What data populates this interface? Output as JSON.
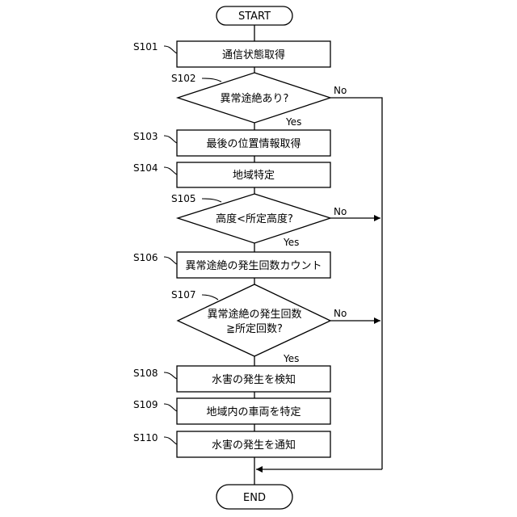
{
  "terminals": {
    "start": "START",
    "end": "END"
  },
  "steps": [
    {
      "id": "S101",
      "text": "通信状態取得"
    },
    {
      "id": "S102",
      "text": "異常途絶あり?"
    },
    {
      "id": "S103",
      "text": "最後の位置情報取得"
    },
    {
      "id": "S104",
      "text": "地域特定"
    },
    {
      "id": "S105",
      "text": "高度<所定高度?"
    },
    {
      "id": "S106",
      "text": "異常途絶の発生回数カウント"
    },
    {
      "id": "S107",
      "text_line1": "異常途絶の発生回数",
      "text_line2": "≧所定回数?"
    },
    {
      "id": "S108",
      "text": "水害の発生を検知"
    },
    {
      "id": "S109",
      "text": "地域内の車両を特定"
    },
    {
      "id": "S110",
      "text": "水害の発生を通知"
    }
  ],
  "branches": {
    "yes": "Yes",
    "no": "No"
  }
}
